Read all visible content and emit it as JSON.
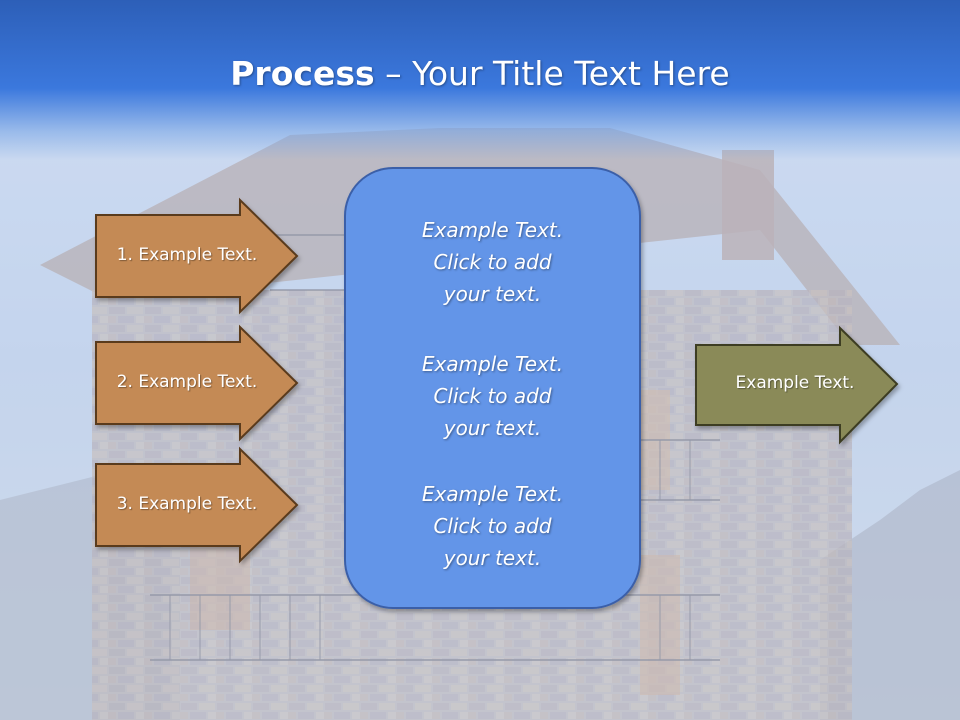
{
  "title": {
    "bold": "Process",
    "rest": " – Your Title Text Here"
  },
  "left_arrows": [
    {
      "label": "1. Example Text."
    },
    {
      "label": "2. Example Text."
    },
    {
      "label": "3. Example Text."
    }
  ],
  "center_box": {
    "blocks": [
      {
        "lines": [
          "Example Text.",
          "Click  to add",
          "your text."
        ]
      },
      {
        "lines": [
          "Example Text.",
          "Click  to add",
          "your text."
        ]
      },
      {
        "lines": [
          "Example Text.",
          "Click  to add",
          "your text."
        ]
      }
    ]
  },
  "right_arrow": {
    "label": "Example Text."
  },
  "colors": {
    "title_band": "#3b78dd",
    "left_arrow_fill": "#c48a55",
    "left_arrow_stroke": "#5a3a1e",
    "center_box_fill": "#6495e8",
    "center_box_stroke": "#3a5fa8",
    "right_arrow_fill": "#8a8a58",
    "right_arrow_stroke": "#3c3c22"
  }
}
